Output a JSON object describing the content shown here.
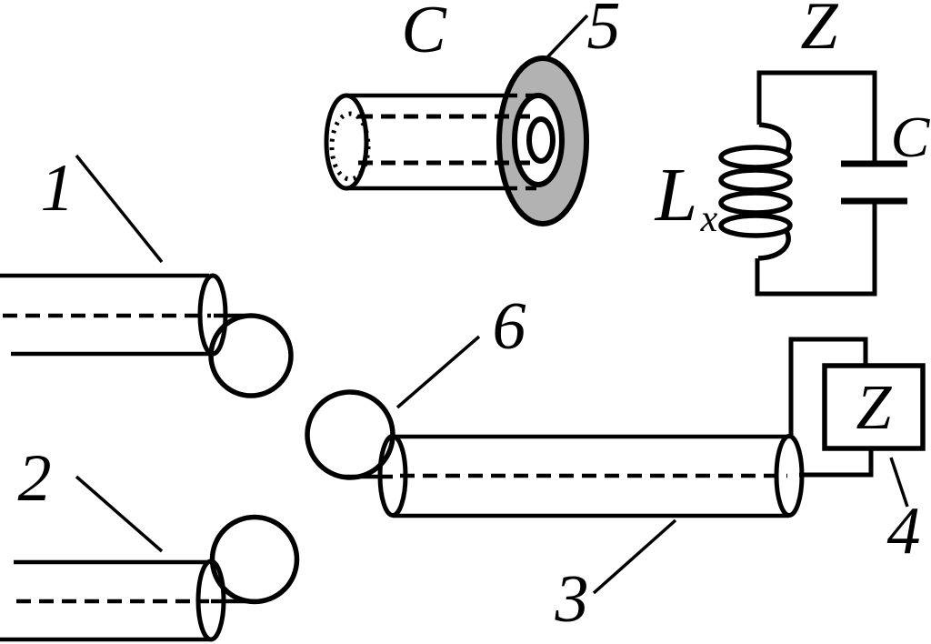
{
  "figure": {
    "labels": {
      "probe1": "1",
      "probe2": "2",
      "cable3": "3",
      "meter4": "4",
      "washer5": "5",
      "loop6": "6",
      "tubular_capacitor": "C",
      "circuit_title": "Z",
      "inductor": "L",
      "inductor_subscript": "x",
      "circuit_capacitor": "C",
      "impedance_box": "Z"
    },
    "colors": {
      "line": "#000000",
      "washer_fill": "#b2b2b2",
      "background": "#ffffff"
    }
  }
}
